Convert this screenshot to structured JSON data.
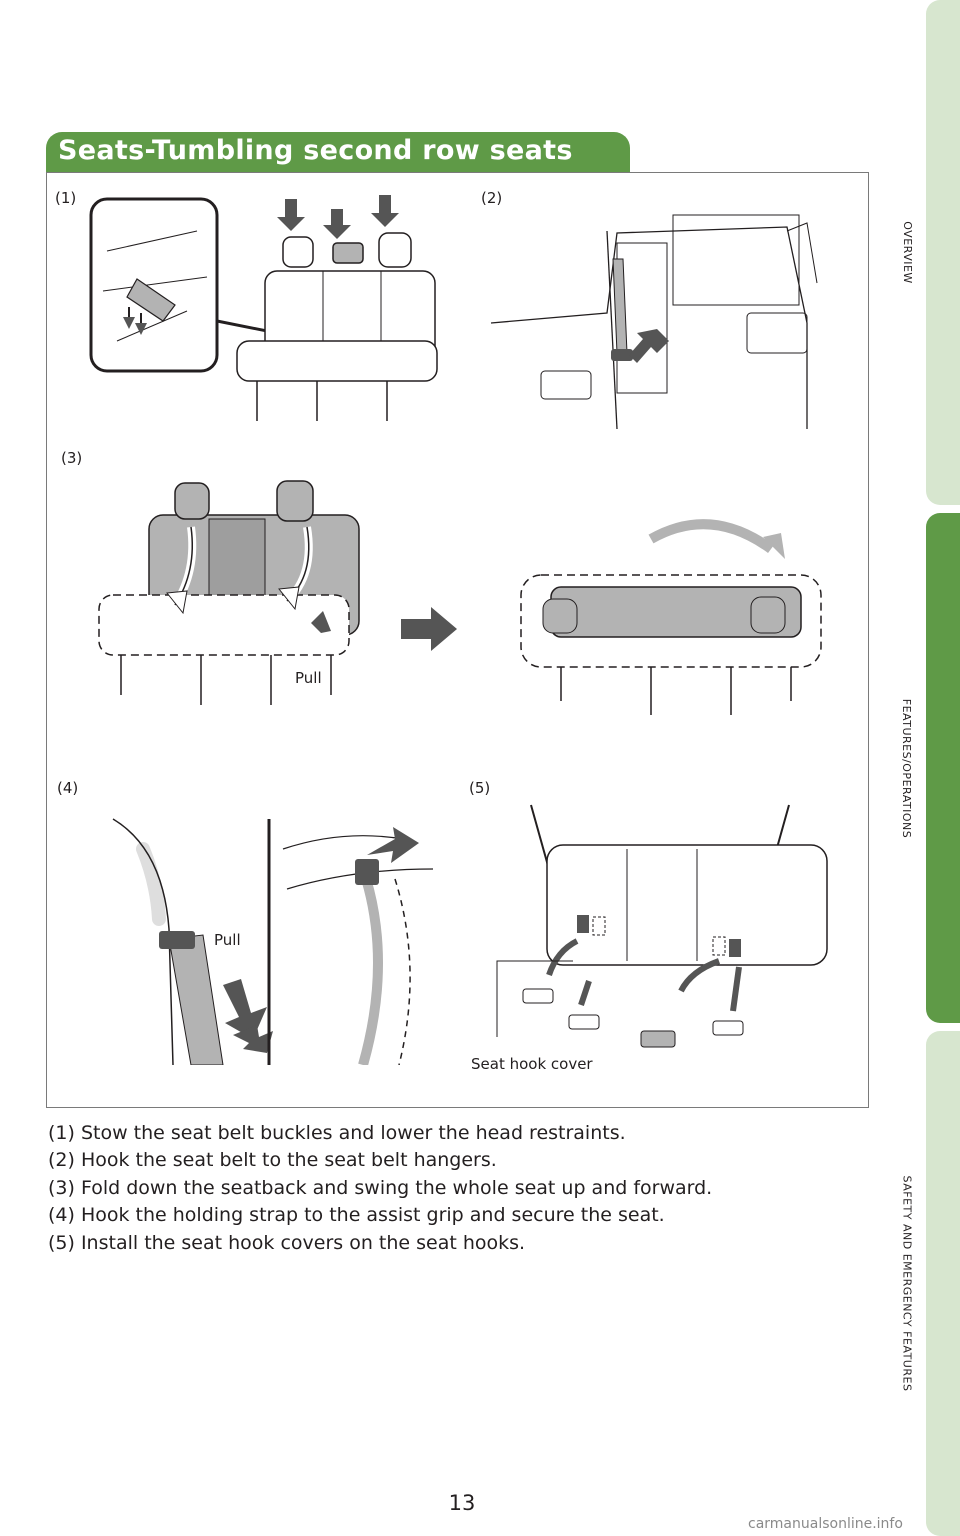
{
  "side_tabs": [
    {
      "label": "OVERVIEW",
      "active": false
    },
    {
      "label": "FEATURES/OPERATIONS",
      "active": true
    },
    {
      "label": "SAFETY AND EMERGENCY FEATURES",
      "active": false
    }
  ],
  "section_title": "Seats-Tumbling second row seats",
  "figures": {
    "fig1_label": "(1)",
    "fig2_label": "(2)",
    "fig3_label": "(3)",
    "fig4_label": "(4)",
    "fig5_label": "(5)",
    "fig3_callout": "Pull",
    "fig4_callout": "Pull",
    "fig5_callout": "Seat hook cover"
  },
  "steps": [
    "(1) Stow the seat belt buckles and lower the head restraints.",
    "(2) Hook the seat belt to the seat belt hangers.",
    "(3) Fold down the seatback and swing the whole seat up and forward.",
    "(4) Hook the holding strap to the assist grip and secure the seat.",
    "(5) Install the seat hook covers on the seat hooks."
  ],
  "page_number": "13",
  "watermark": "carmanualsonline.info",
  "colors": {
    "accent_green": "#5f9a47",
    "tab_light": "#d7e6cf",
    "figure_gray": "#b3b3b3"
  }
}
